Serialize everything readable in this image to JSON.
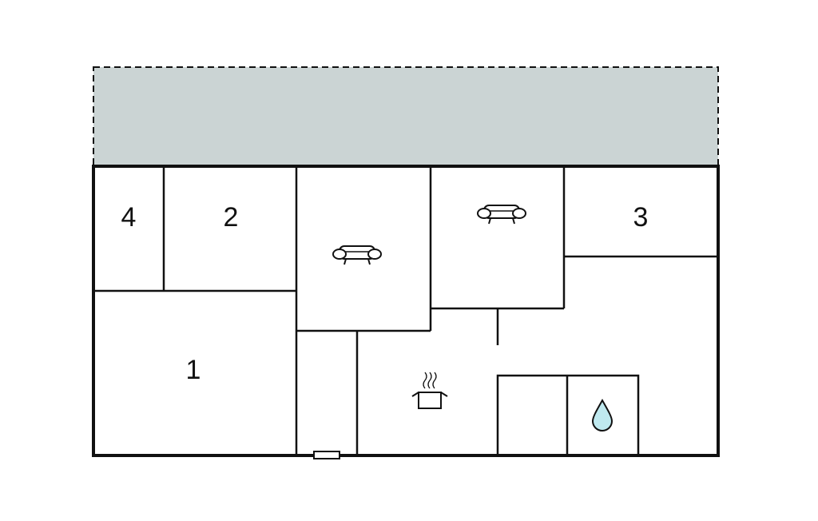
{
  "colors": {
    "terrace": "#cbd4d4",
    "wall": "#111111",
    "water": "#bfe9ef",
    "background": "#ffffff"
  },
  "rooms": {
    "bedroom_4": {
      "label": "4"
    },
    "bedroom_2": {
      "label": "2"
    },
    "bedroom_3": {
      "label": "3"
    },
    "bedroom_1": {
      "label": "1"
    }
  },
  "icons": {
    "living_left": "sofa-icon",
    "living_right": "sofa-icon",
    "kitchen": "cooking-pot-icon",
    "bathroom": "water-drop-icon"
  },
  "terrace": {
    "style": "dashed"
  }
}
